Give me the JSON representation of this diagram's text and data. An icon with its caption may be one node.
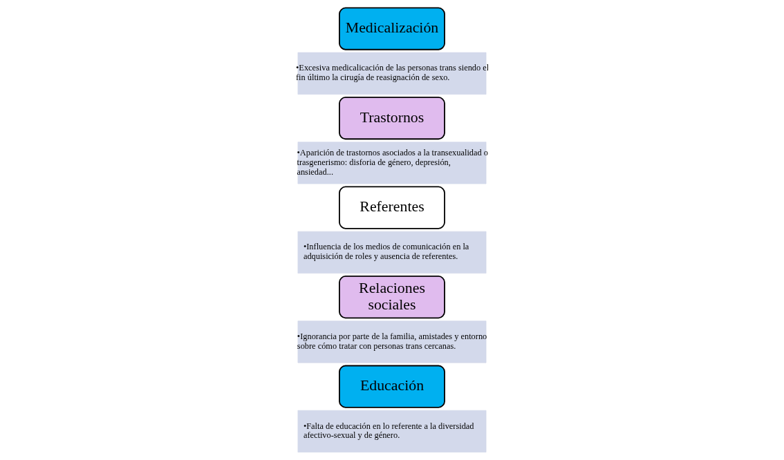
{
  "diagram": {
    "nodes": [
      {
        "text": [
          "Educación"
        ]
      },
      {
        "text": [
          "•Falta de educación en lo referente a la diversidad afectivo-sexual y de género."
        ]
      },
      {
        "text": [
          "Relaciones sociales"
        ]
      },
      {
        "text": [
          "•Ignorancia por parte de la familia, amistades y entorno sobre cómo tratar con personas trans cercanas."
        ]
      },
      {
        "text": [
          "Referentes"
        ]
      },
      {
        "text": [
          "•Influencia de los medios de comunicación en la adquisición de roles y ausencia de referentes."
        ]
      },
      {
        "text": [
          "Trastornos"
        ]
      },
      {
        "text": [
          "•Aparición de trastornos asociados a la transexualidad o trasgenerismo: disforia de género, depresión, ansiedad..."
        ]
      },
      {
        "text": [
          "Medicalización"
        ]
      },
      {
        "text": [
          "•Excesiva medicalicación de las personas trans siendo el fin último la cirugía de reasignación de sexo."
        ]
      }
    ]
  }
}
